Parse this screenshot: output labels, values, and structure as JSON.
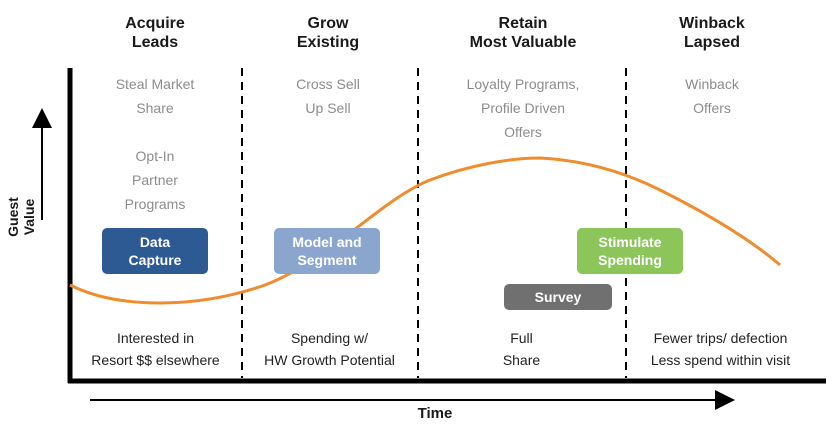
{
  "phases": [
    {
      "header": [
        "Acquire",
        "Leads"
      ],
      "strategies": [
        "Steal Market",
        "Share",
        "",
        "Opt-In",
        "Partner",
        "Programs"
      ],
      "condition": [
        "Interested in",
        "Resort $$ elsewhere"
      ]
    },
    {
      "header": [
        "Grow",
        "Existing"
      ],
      "strategies": [
        "Cross Sell",
        "Up Sell"
      ],
      "condition": [
        "Spending w/",
        "HW Growth Potential"
      ]
    },
    {
      "header": [
        "Retain",
        "Most Valuable"
      ],
      "strategies": [
        "Loyalty Programs,",
        "Profile Driven",
        "Offers"
      ],
      "condition": [
        "Full",
        "Share"
      ]
    },
    {
      "header": [
        "Winback",
        "Lapsed"
      ],
      "strategies": [
        "Winback",
        "Offers"
      ],
      "condition": [
        "Fewer trips/ defection",
        "Less spend within visit"
      ]
    }
  ],
  "boxes": {
    "data_capture": {
      "line1": "Data",
      "line2": "Capture",
      "color": "#2e5a94"
    },
    "model_segment": {
      "line1": "Model and",
      "line2": "Segment",
      "color": "#8aa6cf"
    },
    "survey": {
      "line1": "Survey",
      "color": "#707070"
    },
    "stimulate": {
      "line1": "Stimulate",
      "line2": "Spending",
      "color": "#8cc55a"
    }
  },
  "axes": {
    "y_label": "Guest Value",
    "x_label": "Time"
  },
  "colors": {
    "curve": "#f08c2e",
    "axis": "#000000",
    "divider": "#000000"
  }
}
